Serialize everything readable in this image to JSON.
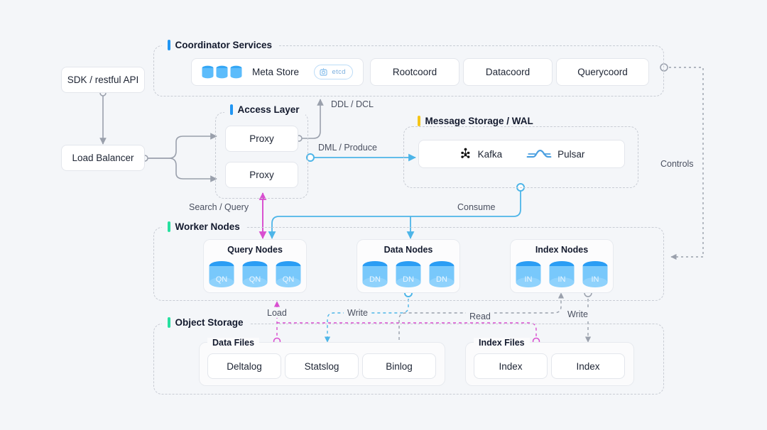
{
  "theme": {
    "bg": "#f4f6f9",
    "accent_coordinator": "#2196f3",
    "accent_access": "#2196f3",
    "accent_message": "#f5c518",
    "accent_worker": "#27e0a0",
    "accent_object": "#27e0a0",
    "flow_blue": "#4db5e8",
    "flow_magenta": "#d94ed0",
    "flow_gray": "#9aa0ac",
    "cylinder_blue": "#35a7f5"
  },
  "groups": {
    "coordinator": {
      "title": "Coordinator Services"
    },
    "access": {
      "title": "Access Layer"
    },
    "message": {
      "title": "Message Storage / WAL"
    },
    "worker": {
      "title": "Worker Nodes"
    },
    "object": {
      "title": "Object Storage"
    }
  },
  "entry": {
    "sdk": "SDK / restful API",
    "load_balancer": "Load Balancer"
  },
  "coordinator": {
    "meta_store_label": "Meta Store",
    "etcd_label": "etcd",
    "services": [
      "Rootcoord",
      "Datacoord",
      "Querycoord"
    ]
  },
  "access": {
    "proxies": [
      "Proxy",
      "Proxy"
    ]
  },
  "message": {
    "brokers": [
      "Kafka",
      "Pulsar"
    ]
  },
  "worker": {
    "panels": [
      {
        "title": "Query Nodes",
        "nodes": [
          "QN",
          "QN",
          "QN"
        ]
      },
      {
        "title": "Data Nodes",
        "nodes": [
          "DN",
          "DN",
          "DN"
        ]
      },
      {
        "title": "Index Nodes",
        "nodes": [
          "IN",
          "IN",
          "IN"
        ]
      }
    ]
  },
  "object": {
    "data_files": {
      "title": "Data Files",
      "items": [
        "Deltalog",
        "Statslog",
        "Binlog"
      ]
    },
    "index_files": {
      "title": "Index Files",
      "items": [
        "Index",
        "Index"
      ]
    }
  },
  "edges": {
    "ddl_dcl": "DDL / DCL",
    "dml_produce": "DML / Produce",
    "search_query": "Search / Query",
    "consume": "Consume",
    "controls": "Controls",
    "load": "Load",
    "write_data": "Write",
    "read": "Read",
    "write_index": "Write"
  }
}
